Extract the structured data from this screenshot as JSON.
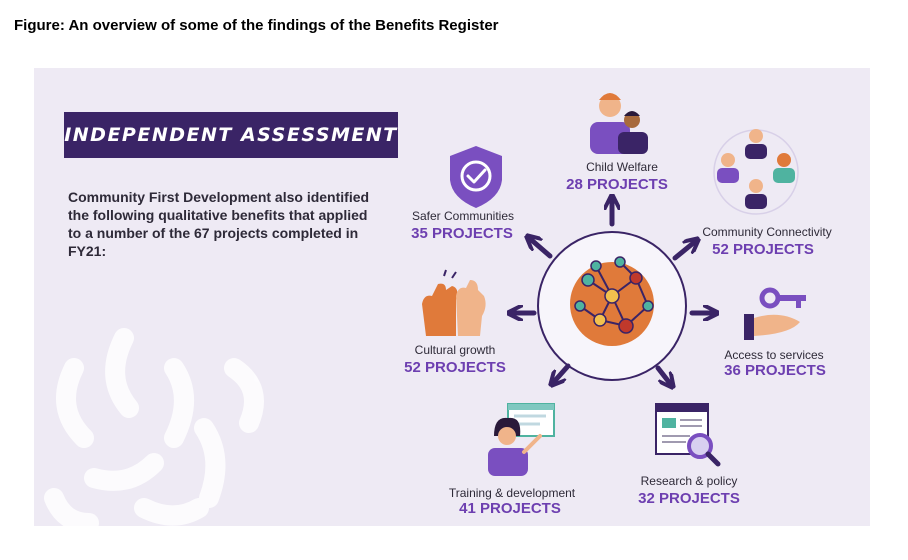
{
  "caption": "Figure: An overview of some of the findings of the Benefits Register",
  "banner": "INDEPENDENT ASSESSMENT",
  "intro": "Community First Development also identified the following qualitative benefits that applied to a number of the 67 projects completed in FY21:",
  "colors": {
    "banner_bg": "#3a2466",
    "accent_purple": "#6d3fb0",
    "arrow": "#3a2466",
    "panel_bg": "#eeeaf4",
    "orange": "#e07a3a"
  },
  "benefits": [
    {
      "label": "Child Welfare",
      "count": "28 PROJECTS",
      "icon": "family-icon"
    },
    {
      "label": "Community Connectivity",
      "count": "52 PROJECTS",
      "icon": "people-network-icon"
    },
    {
      "label": "Access to services",
      "count": "36 PROJECTS",
      "icon": "key-hand-icon"
    },
    {
      "label": "Research & policy",
      "count": "32 PROJECTS",
      "icon": "document-magnifier-icon"
    },
    {
      "label": "Training & development",
      "count": "41 PROJECTS",
      "icon": "presenter-icon"
    },
    {
      "label": "Cultural growth",
      "count": "52 PROJECTS",
      "icon": "high-five-icon"
    },
    {
      "label": "Safer Communities",
      "count": "35 PROJECTS",
      "icon": "shield-check-icon"
    }
  ]
}
